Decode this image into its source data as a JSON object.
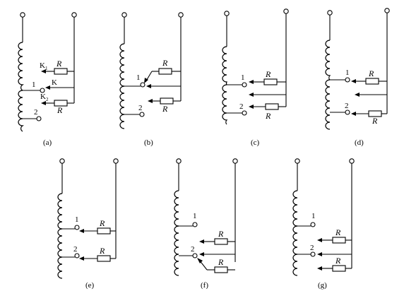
{
  "panels": [
    {
      "caption": "(a)",
      "tap_labels": [
        "1",
        "2"
      ],
      "contact_label": "K",
      "resistor_labels": [
        "R",
        "R"
      ],
      "switch_labels": [
        {
          "main": "K",
          "sub": "1"
        },
        {
          "main": "K",
          "sub": "2"
        }
      ]
    },
    {
      "caption": "(b)",
      "tap_labels": [
        "1",
        "2"
      ],
      "resistor_labels": [
        "R",
        "R"
      ]
    },
    {
      "caption": "(c)",
      "tap_labels": [
        "1",
        "2"
      ],
      "resistor_labels": [
        "R",
        "R"
      ]
    },
    {
      "caption": "(d)",
      "tap_labels": [
        "1",
        "2"
      ],
      "resistor_labels": [
        "R",
        "R"
      ]
    },
    {
      "caption": "(e)",
      "tap_labels": [
        "1",
        "2"
      ],
      "resistor_labels": [
        "R",
        "R"
      ]
    },
    {
      "caption": "(f)",
      "tap_labels": [
        "1",
        "2"
      ],
      "resistor_labels": [
        "R",
        "R"
      ]
    },
    {
      "caption": "(g)",
      "tap_labels": [
        "1",
        "2"
      ],
      "resistor_labels": [
        "R",
        "R"
      ]
    }
  ]
}
